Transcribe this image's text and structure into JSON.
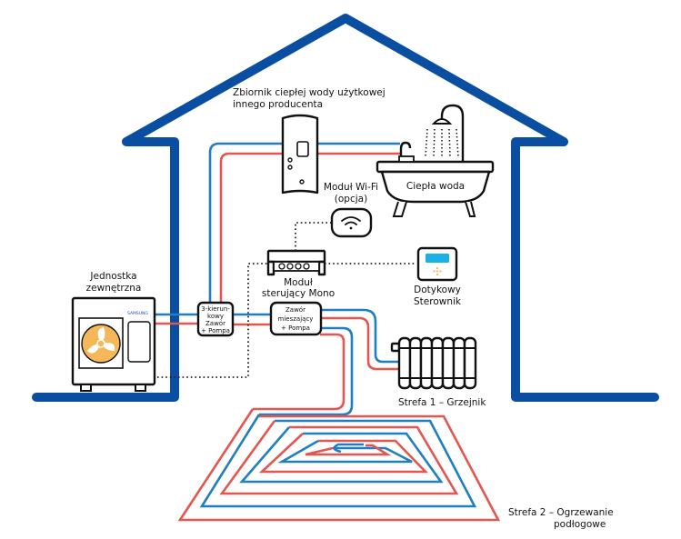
{
  "title": "Schemat instalacji pompy ciepła",
  "colors": {
    "house": "#0a4ea2",
    "hot_pipe": "#e4564f",
    "cold_pipe": "#1f7fc1",
    "fan": "#f5b757",
    "display": "#1ab1e6"
  },
  "labels": {
    "tank_line1": "Zbiornik ciepłej wody użytkowej",
    "tank_line2": "innego producenta",
    "hot_water": "Ciepła woda",
    "wifi_line1": "Moduł Wi-Fi",
    "wifi_line2": "(opcja)",
    "controller_line1": "Dotykowy",
    "controller_line2": "Sterownik",
    "outdoor_line1": "Jednostka",
    "outdoor_line2": "zewnętrzna",
    "brand": "SAMSUNG",
    "valve3_line1": "3-kierun-",
    "valve3_line2": "kowy",
    "valve3_line3": "Zawór",
    "valve3_line4": "+ Pompa",
    "module_line1": "Moduł",
    "module_line2": "sterujący Mono",
    "mixing_line1": "Zawór",
    "mixing_line2": "mieszający",
    "mixing_line3": "+ Pompa",
    "zone1": "Strefa 1 – Grzejnik",
    "zone2_line1": "Strefa 2 – Ogrzewanie",
    "zone2_line2": "podłogowe"
  },
  "icons": {
    "wifi": "wifi-icon",
    "faucet": "faucet-icon",
    "shower": "shower-icon",
    "bathtub": "bathtub-icon",
    "fan": "fan-icon",
    "radiator": "radiator-icon"
  }
}
